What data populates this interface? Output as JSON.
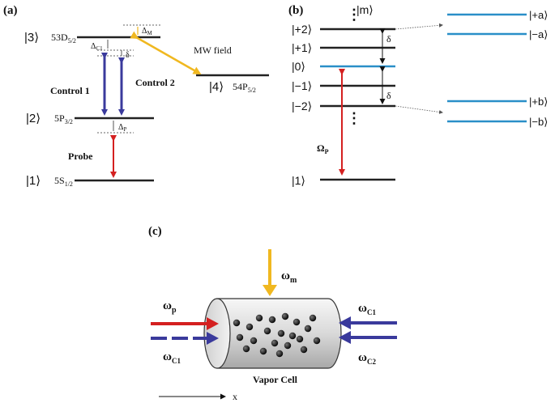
{
  "panel_a": {
    "label": "(a)",
    "levels": [
      {
        "ket": "|3⟩",
        "state_main": "53D",
        "state_sub": "5/2"
      },
      {
        "ket": "|2⟩",
        "state_main": "5P",
        "state_sub": "3/2"
      },
      {
        "ket": "|1⟩",
        "state_main": "5S",
        "state_sub": "1/2"
      },
      {
        "ket": "|4⟩",
        "state_main": "54P",
        "state_sub": "5/2"
      }
    ],
    "control1": "Control 1",
    "control2": "Control 2",
    "probe": "Probe",
    "mw_field": "MW  field",
    "delta_c1_main": "Δ",
    "delta_c1_sub": "C1",
    "delta_m_main": "Δ",
    "delta_m_sub": "M",
    "delta_p_main": "Δ",
    "delta_p_sub": "P",
    "delta": "δ"
  },
  "panel_b": {
    "label": "(b)",
    "kets_left": [
      "|+2⟩",
      "|+1⟩",
      "|0⟩",
      "|−1⟩",
      "|−2⟩",
      "|1⟩"
    ],
    "ket_m": "|m⟩",
    "kets_right": [
      "|+a⟩",
      "|−a⟩",
      "|+b⟩",
      "|−b⟩"
    ],
    "delta": "δ",
    "omega_p_main": "Ω",
    "omega_p_sub": "P",
    "dots": "⋮"
  },
  "panel_c": {
    "label": "(c)",
    "omega_m_main": "ω",
    "omega_m_sub": "m",
    "omega_p_main": "ω",
    "omega_p_sub": "p",
    "omega_c1_left_main": "ω",
    "omega_c1_left_sub": "C1",
    "omega_c1_right_main": "ω",
    "omega_c1_right_sub": "C1",
    "omega_c2_main": "ω",
    "omega_c2_sub": "C2",
    "vapor_cell": "Vapor Cell",
    "axis": "x"
  },
  "colors": {
    "blue_arrow": "#3a3a9c",
    "red_arrow": "#d42020",
    "yellow_arrow": "#f0b820",
    "cyan_level": "#2a8fc8",
    "level": "#222222"
  }
}
